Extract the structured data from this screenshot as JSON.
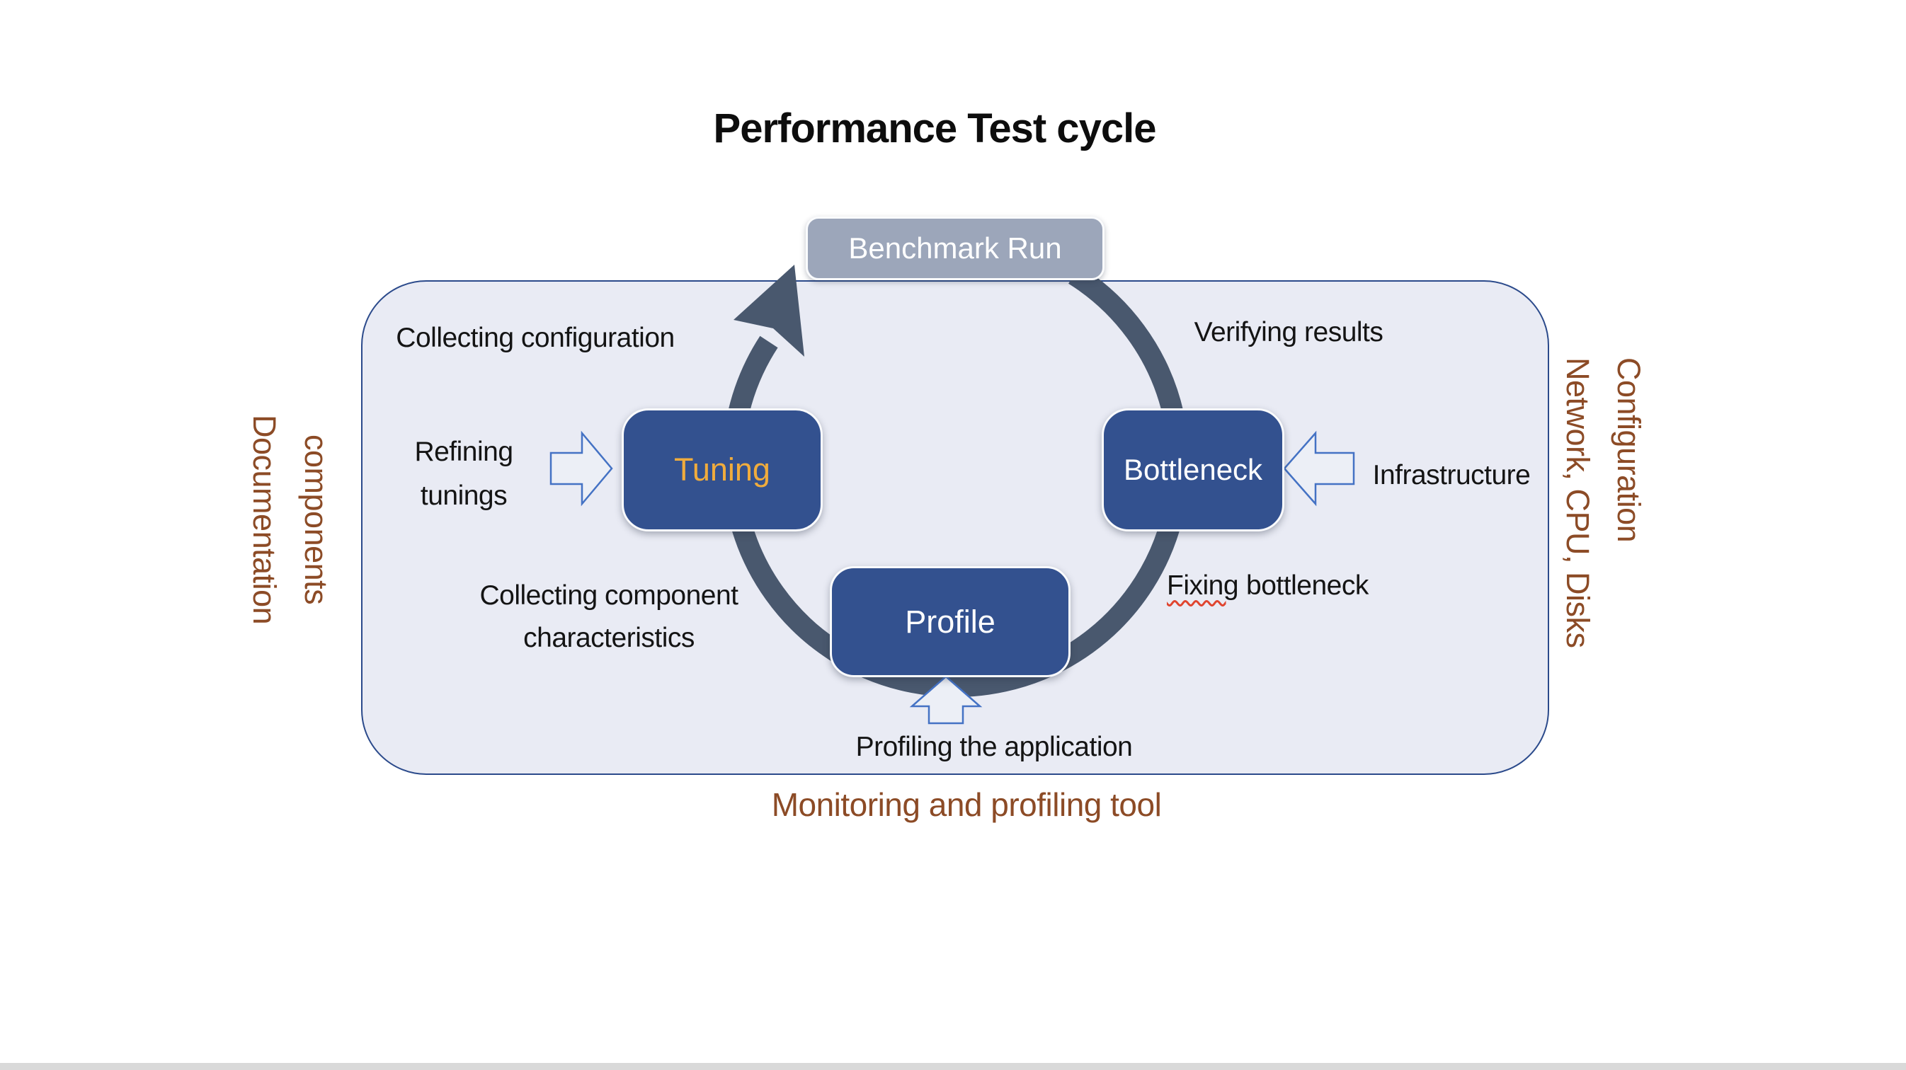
{
  "title": "Performance Test cycle",
  "colors": {
    "box_blue": "#33518F",
    "box_gray": "#9CA6BA",
    "panel_fill": "#E9EBF4",
    "panel_border": "#2B4A8B",
    "arc": "#49586E",
    "accent_orange": "#F0AC3D",
    "brown": "#8C4B26",
    "arrow_outline": "#4472C4",
    "label_black": "#141414",
    "squiggle_red": "#E0452F",
    "bottom_bar": "#D9D9D9"
  },
  "nodes": {
    "benchmark": "Benchmark Run",
    "tuning": "Tuning",
    "bottleneck": "Bottleneck",
    "profile": "Profile"
  },
  "labels": {
    "collecting_configuration": "Collecting configuration",
    "verifying_results": "Verifying results",
    "refining_tunings": "Refining\ntunings",
    "infrastructure": "Infrastructure",
    "collecting_component": "Collecting component\ncharacteristics",
    "fixing_word": "Fixing",
    "fixing_rest": "bottleneck",
    "profiling": "Profiling the application"
  },
  "captions": {
    "monitoring": "Monitoring and profiling tool",
    "left_side": "Documentation\ncomponents",
    "right_side": "Configuration\nNetwork, CPU, Disks"
  }
}
